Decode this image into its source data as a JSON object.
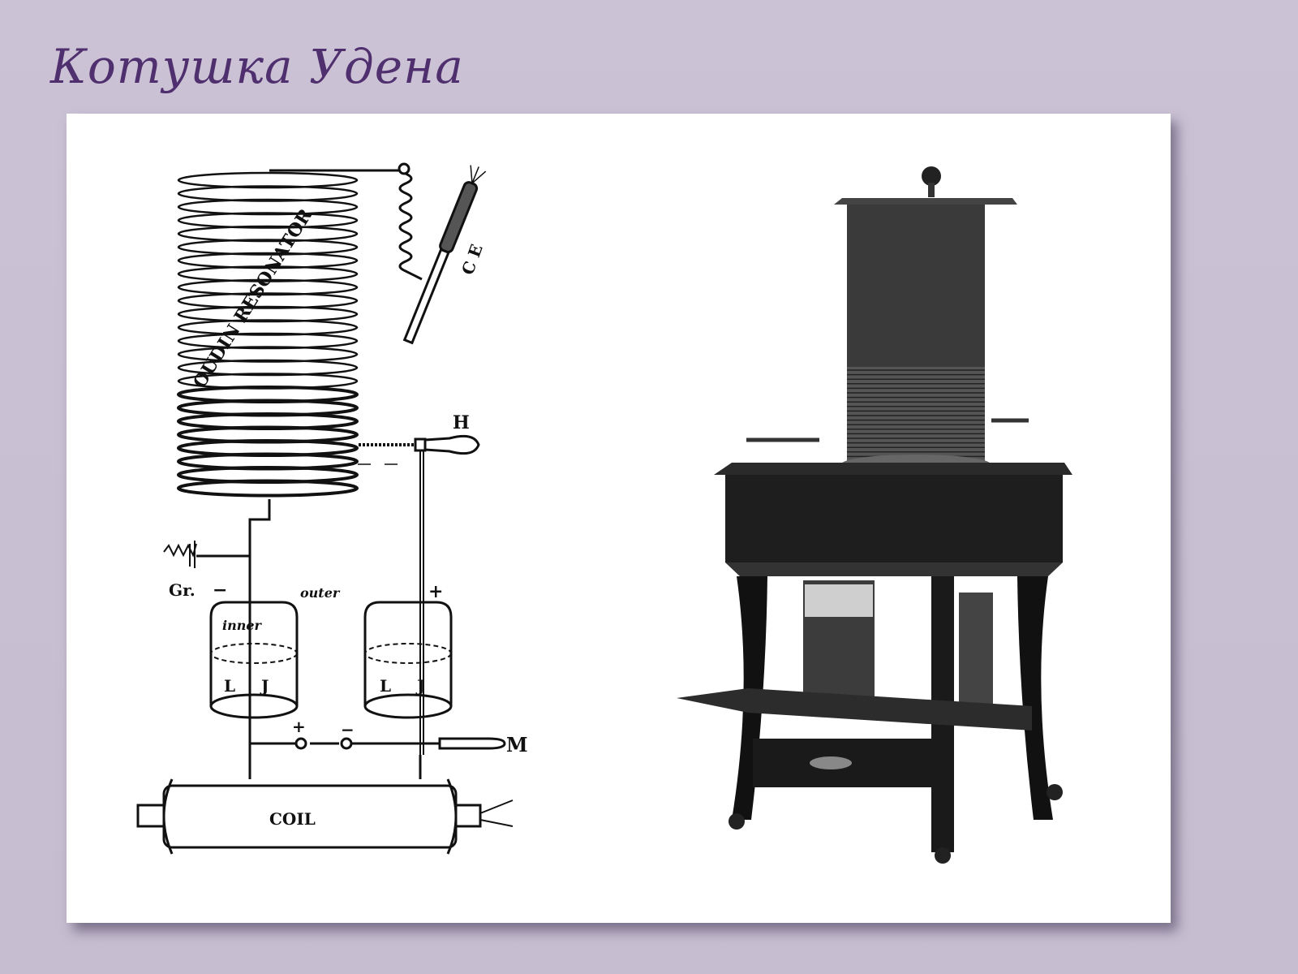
{
  "slide": {
    "title": "Котушка Удена"
  },
  "diagram": {
    "resonator_label": "OUDIN RESONATOR",
    "electrode_label": "C E",
    "handle_label": "H",
    "ground_label": "Gr.",
    "minus": "−",
    "plus": "+",
    "outer_label": "outer",
    "inner_label": "inner",
    "jar_left_label": "L",
    "jar_right_label": "J",
    "spark_gap_label": "M",
    "coil_label": "COIL"
  },
  "colors": {
    "background": "#c9c0d3",
    "title": "#4f2f6e",
    "ink": "#111111"
  }
}
